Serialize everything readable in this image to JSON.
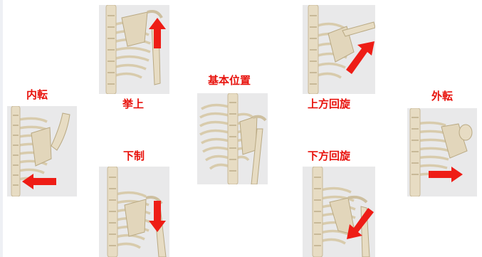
{
  "labels": {
    "internal_rotation": "内転",
    "elevation": "挙上",
    "neutral": "基本位置",
    "upward_rotation": "上方回旋",
    "external_rotation": "外転",
    "depression": "下制",
    "downward_rotation": "下方回旋"
  },
  "colors": {
    "label_red": "#e8120c",
    "arrow_red": "#ee1d16",
    "bone": "#e7dcc3",
    "bone_shadow": "#c8b998",
    "panel_bg": "#e9e9ea"
  },
  "icons": {
    "elevation_arrow": "arrow-up-icon",
    "depression_arrow": "arrow-down-icon",
    "internal_arrow": "arrow-left-icon",
    "external_arrow": "arrow-right-icon",
    "upward_rotation_arrow": "arrow-up-right-icon",
    "downward_rotation_arrow": "arrow-down-left-icon"
  }
}
